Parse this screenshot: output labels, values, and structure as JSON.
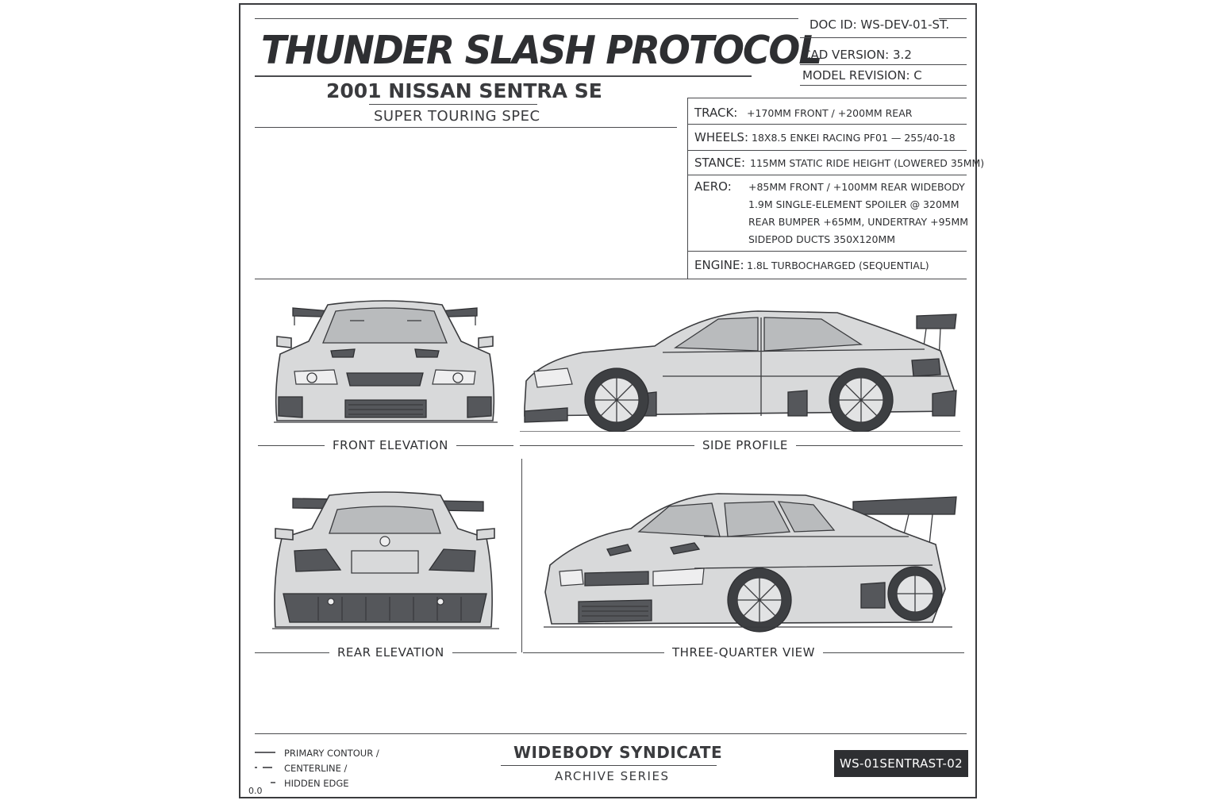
{
  "header": {
    "title": "THUNDER SLASH PROTOCOL",
    "model": "2001 NISSAN SENTRA SE",
    "spec": "SUPER TOURING SPEC"
  },
  "meta": {
    "doc_id": "DOC ID: WS-DEV-01-ST.",
    "cad_version": "CAD VERSION: 3.2",
    "model_revision": "MODEL REVISION: C"
  },
  "specs": {
    "track": {
      "key": "TRACK:",
      "value": "+170MM FRONT / +200MM REAR"
    },
    "wheels": {
      "key": "WHEELS:",
      "value": "18X8.5 ENKEI RACING PF01 — 255/40-18"
    },
    "stance": {
      "key": "STANCE:",
      "value": "115MM STATIC RIDE HEIGHT (LOWERED 35MM)"
    },
    "aero": {
      "key": "AERO:",
      "lines": [
        "+85MM FRONT / +100MM REAR WIDEBODY",
        "1.9M SINGLE-ELEMENT SPOILER @ 320MM",
        "REAR BUMPER +65MM, UNDERTRAY +95MM",
        "SIDEPOD DUCTS 350X120MM"
      ]
    },
    "engine": {
      "key": "ENGINE:",
      "value": "1.8L TURBOCHARGED (SEQUENTIAL)"
    }
  },
  "views": {
    "front": "FRONT ELEVATION",
    "side": "SIDE PROFILE",
    "rear": "REAR ELEVATION",
    "three_quarter": "THREE-QUARTER VIEW"
  },
  "legend": {
    "primary": "PRIMARY CONTOUR /",
    "centerline": "CENTERLINE /",
    "hidden": "HIDDEN EDGE",
    "scale": "0.0"
  },
  "footer": {
    "brand": "WIDEBODY SYNDICATE",
    "series": "ARCHIVE SERIES",
    "code": "WS-01SENTRAST-02"
  },
  "colors": {
    "ink": "#2e2f32",
    "paper": "#ffffff",
    "body_fill": "#d8d9da"
  }
}
